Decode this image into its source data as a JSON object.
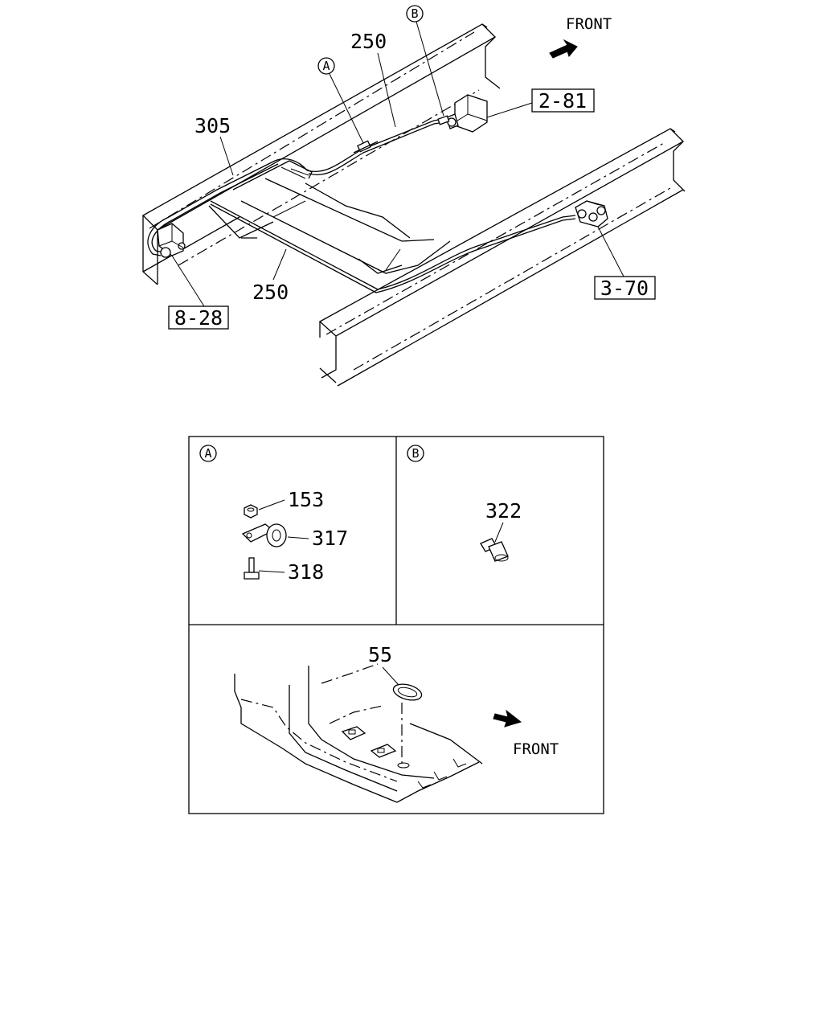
{
  "main_view": {
    "front_label": "FRONT",
    "callouts": {
      "part_250_upper": "250",
      "part_250_lower": "250",
      "part_305": "305",
      "detail_a_marker": "A",
      "detail_b_marker": "B"
    },
    "references": {
      "ref_2_81": "2-81",
      "ref_3_70": "3-70",
      "ref_8_28": "8-28"
    }
  },
  "detail_a": {
    "marker": "A",
    "parts": {
      "p153": "153",
      "p317": "317",
      "p318": "318"
    }
  },
  "detail_b": {
    "marker": "B",
    "parts": {
      "p322": "322"
    }
  },
  "detail_c": {
    "front_label": "FRONT",
    "parts": {
      "p55": "55"
    }
  }
}
